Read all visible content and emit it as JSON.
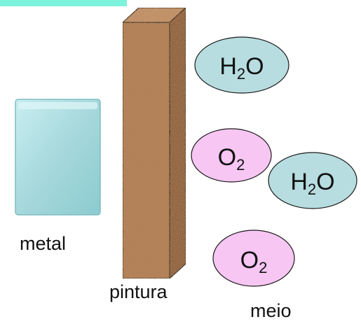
{
  "labels": {
    "metal": "metal",
    "paint": "pintura",
    "medium": "meio"
  },
  "molecules": [
    {
      "base": "H",
      "sub": "2",
      "tail": "O",
      "color": "#b7dde0"
    },
    {
      "base": "O",
      "sub": "2",
      "tail": "",
      "color": "#f7c6f3"
    },
    {
      "base": "H",
      "sub": "2",
      "tail": "O",
      "color": "#b7dde0"
    },
    {
      "base": "O",
      "sub": "2",
      "tail": "",
      "color": "#f7c6f3"
    }
  ],
  "colors": {
    "metal_face": "#a6d8dc",
    "paint_texture": "#b57f52",
    "header_strip": "#7df2dc",
    "outline": "#1a1a1a"
  }
}
